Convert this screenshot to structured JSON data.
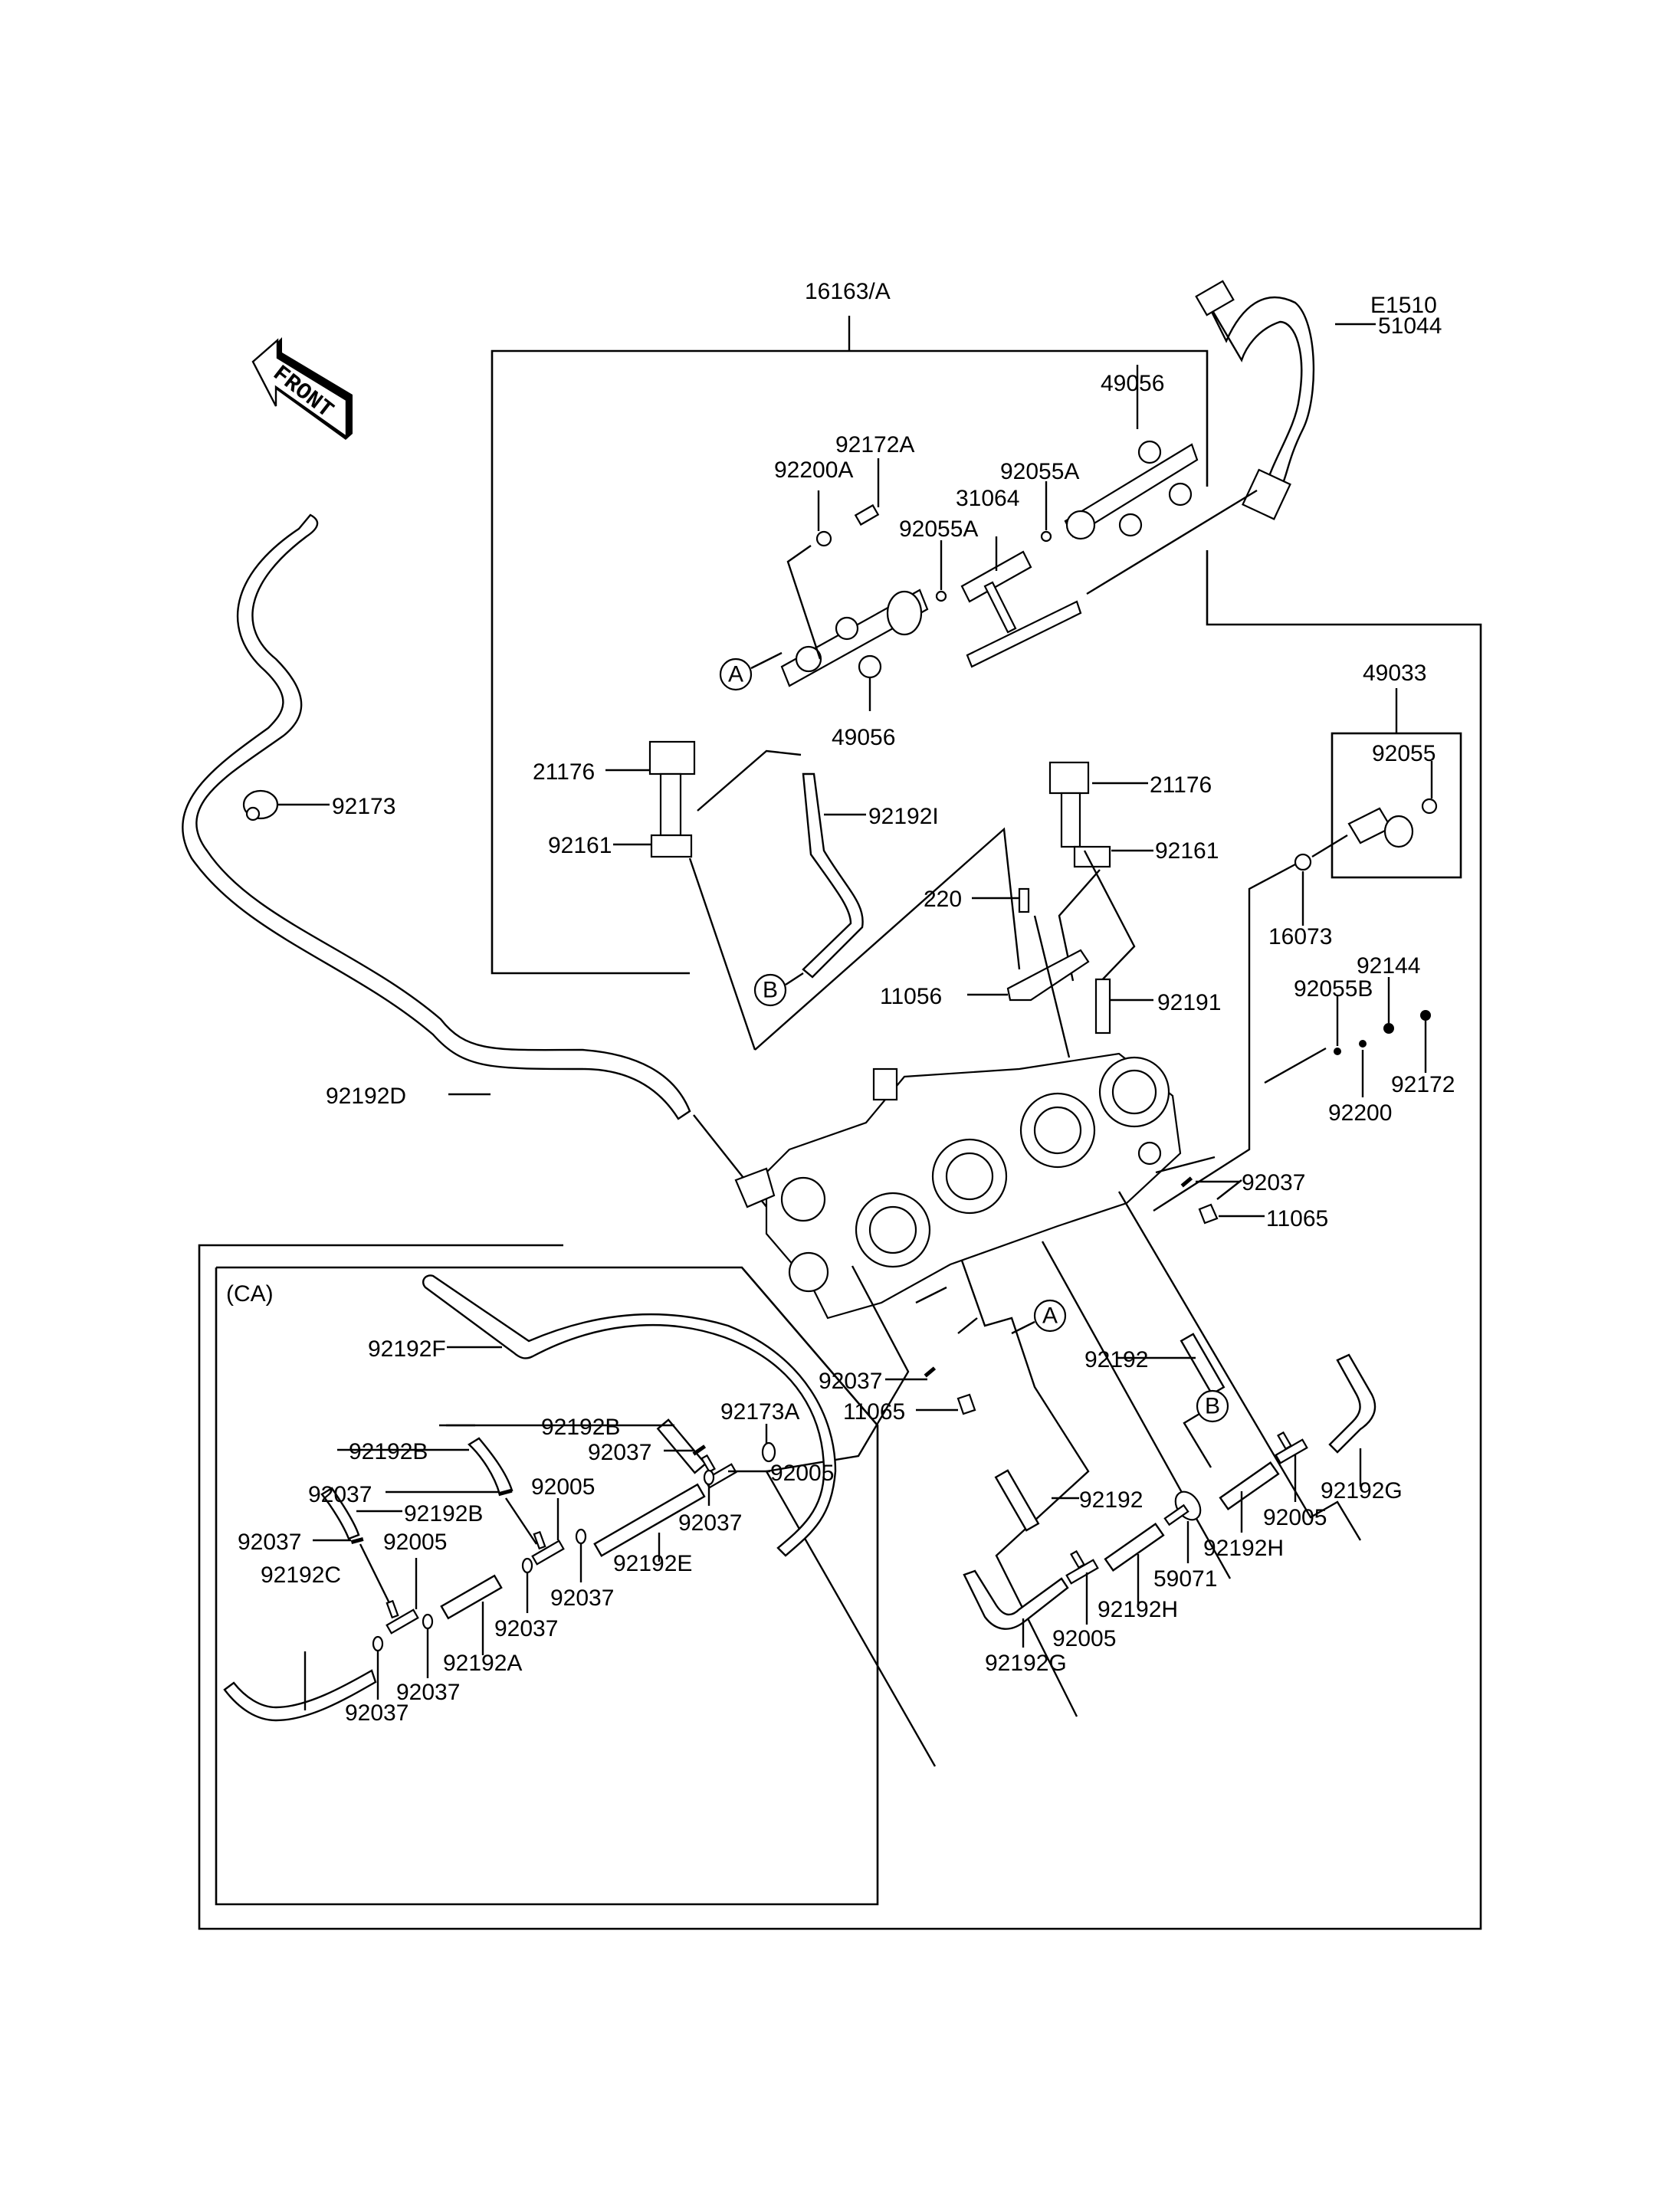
{
  "diagram_code": "E1510",
  "front_arrow_text": "FRONT",
  "ca_box_label": "(CA)",
  "callouts": {
    "a": "A",
    "b": "B"
  },
  "labels": {
    "l16163A": "16163/A",
    "l51044": "51044",
    "l49056_top": "49056",
    "l92172A": "92172A",
    "l92200A": "92200A",
    "l92055A_r": "92055A",
    "l31064": "31064",
    "l92055A_l": "92055A",
    "l49056_bot": "49056",
    "l49033": "49033",
    "l92055": "92055",
    "l16073": "16073",
    "l21176_l": "21176",
    "l21176_r": "21176",
    "l92173": "92173",
    "l92192I": "92192I",
    "l92161_l": "92161",
    "l92161_r": "92161",
    "l220": "220",
    "l11056": "11056",
    "l92191": "92191",
    "l92144": "92144",
    "l92055B": "92055B",
    "l92200": "92200",
    "l92172": "92172",
    "l92192D": "92192D",
    "l92037_r": "92037",
    "l11065_r": "11065",
    "l92037_m": "92037",
    "l11065_m": "11065",
    "l92192_t": "92192",
    "l92192_b": "92192",
    "l92005_r": "92005",
    "l92192G_r": "92192G",
    "l92192H_r": "92192H",
    "l59071": "59071",
    "l92192H_l": "92192H",
    "l92005_m": "92005",
    "l92192G_l": "92192G",
    "l92192F": "92192F",
    "l92173A": "92173A",
    "l92192B_1": "92192B",
    "l92037_c1": "92037",
    "l92005_c1": "92005",
    "l92192B_2": "92192B",
    "l92037_c2": "92037",
    "l92005_c2": "92005",
    "l92037_c3": "92037",
    "l92192E": "92192E",
    "l92192B_3": "92192B",
    "l92037_c4": "92037",
    "l92005_c3": "92005",
    "l92037_c5": "92037",
    "l92037_c6": "92037",
    "l92192C": "92192C",
    "l92192A": "92192A",
    "l92037_c7": "92037",
    "l92037_c8": "92037"
  }
}
